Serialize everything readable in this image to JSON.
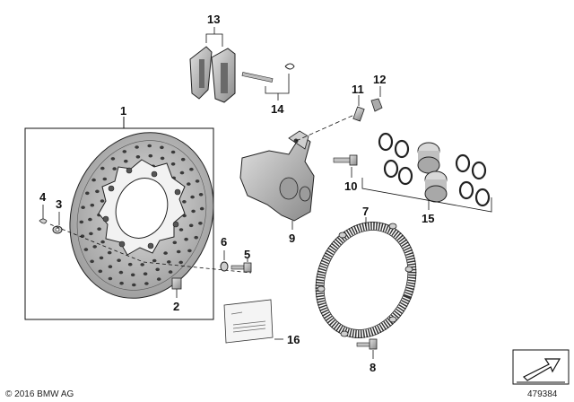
{
  "callouts": {
    "c1": "1",
    "c2": "2",
    "c3": "3",
    "c4": "4",
    "c5": "5",
    "c6": "6",
    "c7": "7",
    "c8": "8",
    "c9": "9",
    "c10": "10",
    "c11": "11",
    "c12": "12",
    "c13": "13",
    "c14": "14",
    "c15": "15",
    "c16": "16"
  },
  "footer": {
    "copyright": "© 2016 BMW AG",
    "doc_number": "479384"
  },
  "colors": {
    "line": "#111111",
    "part_fill": "#b8b8b8",
    "part_dark": "#7a7a7a",
    "part_light": "#dcdcdc"
  },
  "icons": {
    "corner": "navigation-arrow-icon"
  }
}
